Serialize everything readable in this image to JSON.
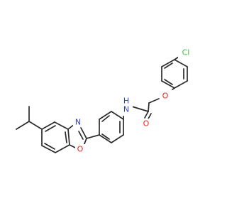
{
  "molecule": {
    "atoms": {
      "cl": {
        "text": "Cl",
        "color": "#3fbf3f"
      },
      "o_ether": {
        "text": "O",
        "color": "#e8271c"
      },
      "o_carbonyl": {
        "text": "O",
        "color": "#e8271c"
      },
      "n_amide": {
        "text": "N",
        "color": "#2a3fe0"
      },
      "h_amide": {
        "text": "H",
        "color": "#2a3fe0"
      },
      "n_oxazole": {
        "text": "N",
        "color": "#2a3fe0"
      },
      "o_oxazole": {
        "text": "O",
        "color": "#e8271c"
      }
    }
  }
}
